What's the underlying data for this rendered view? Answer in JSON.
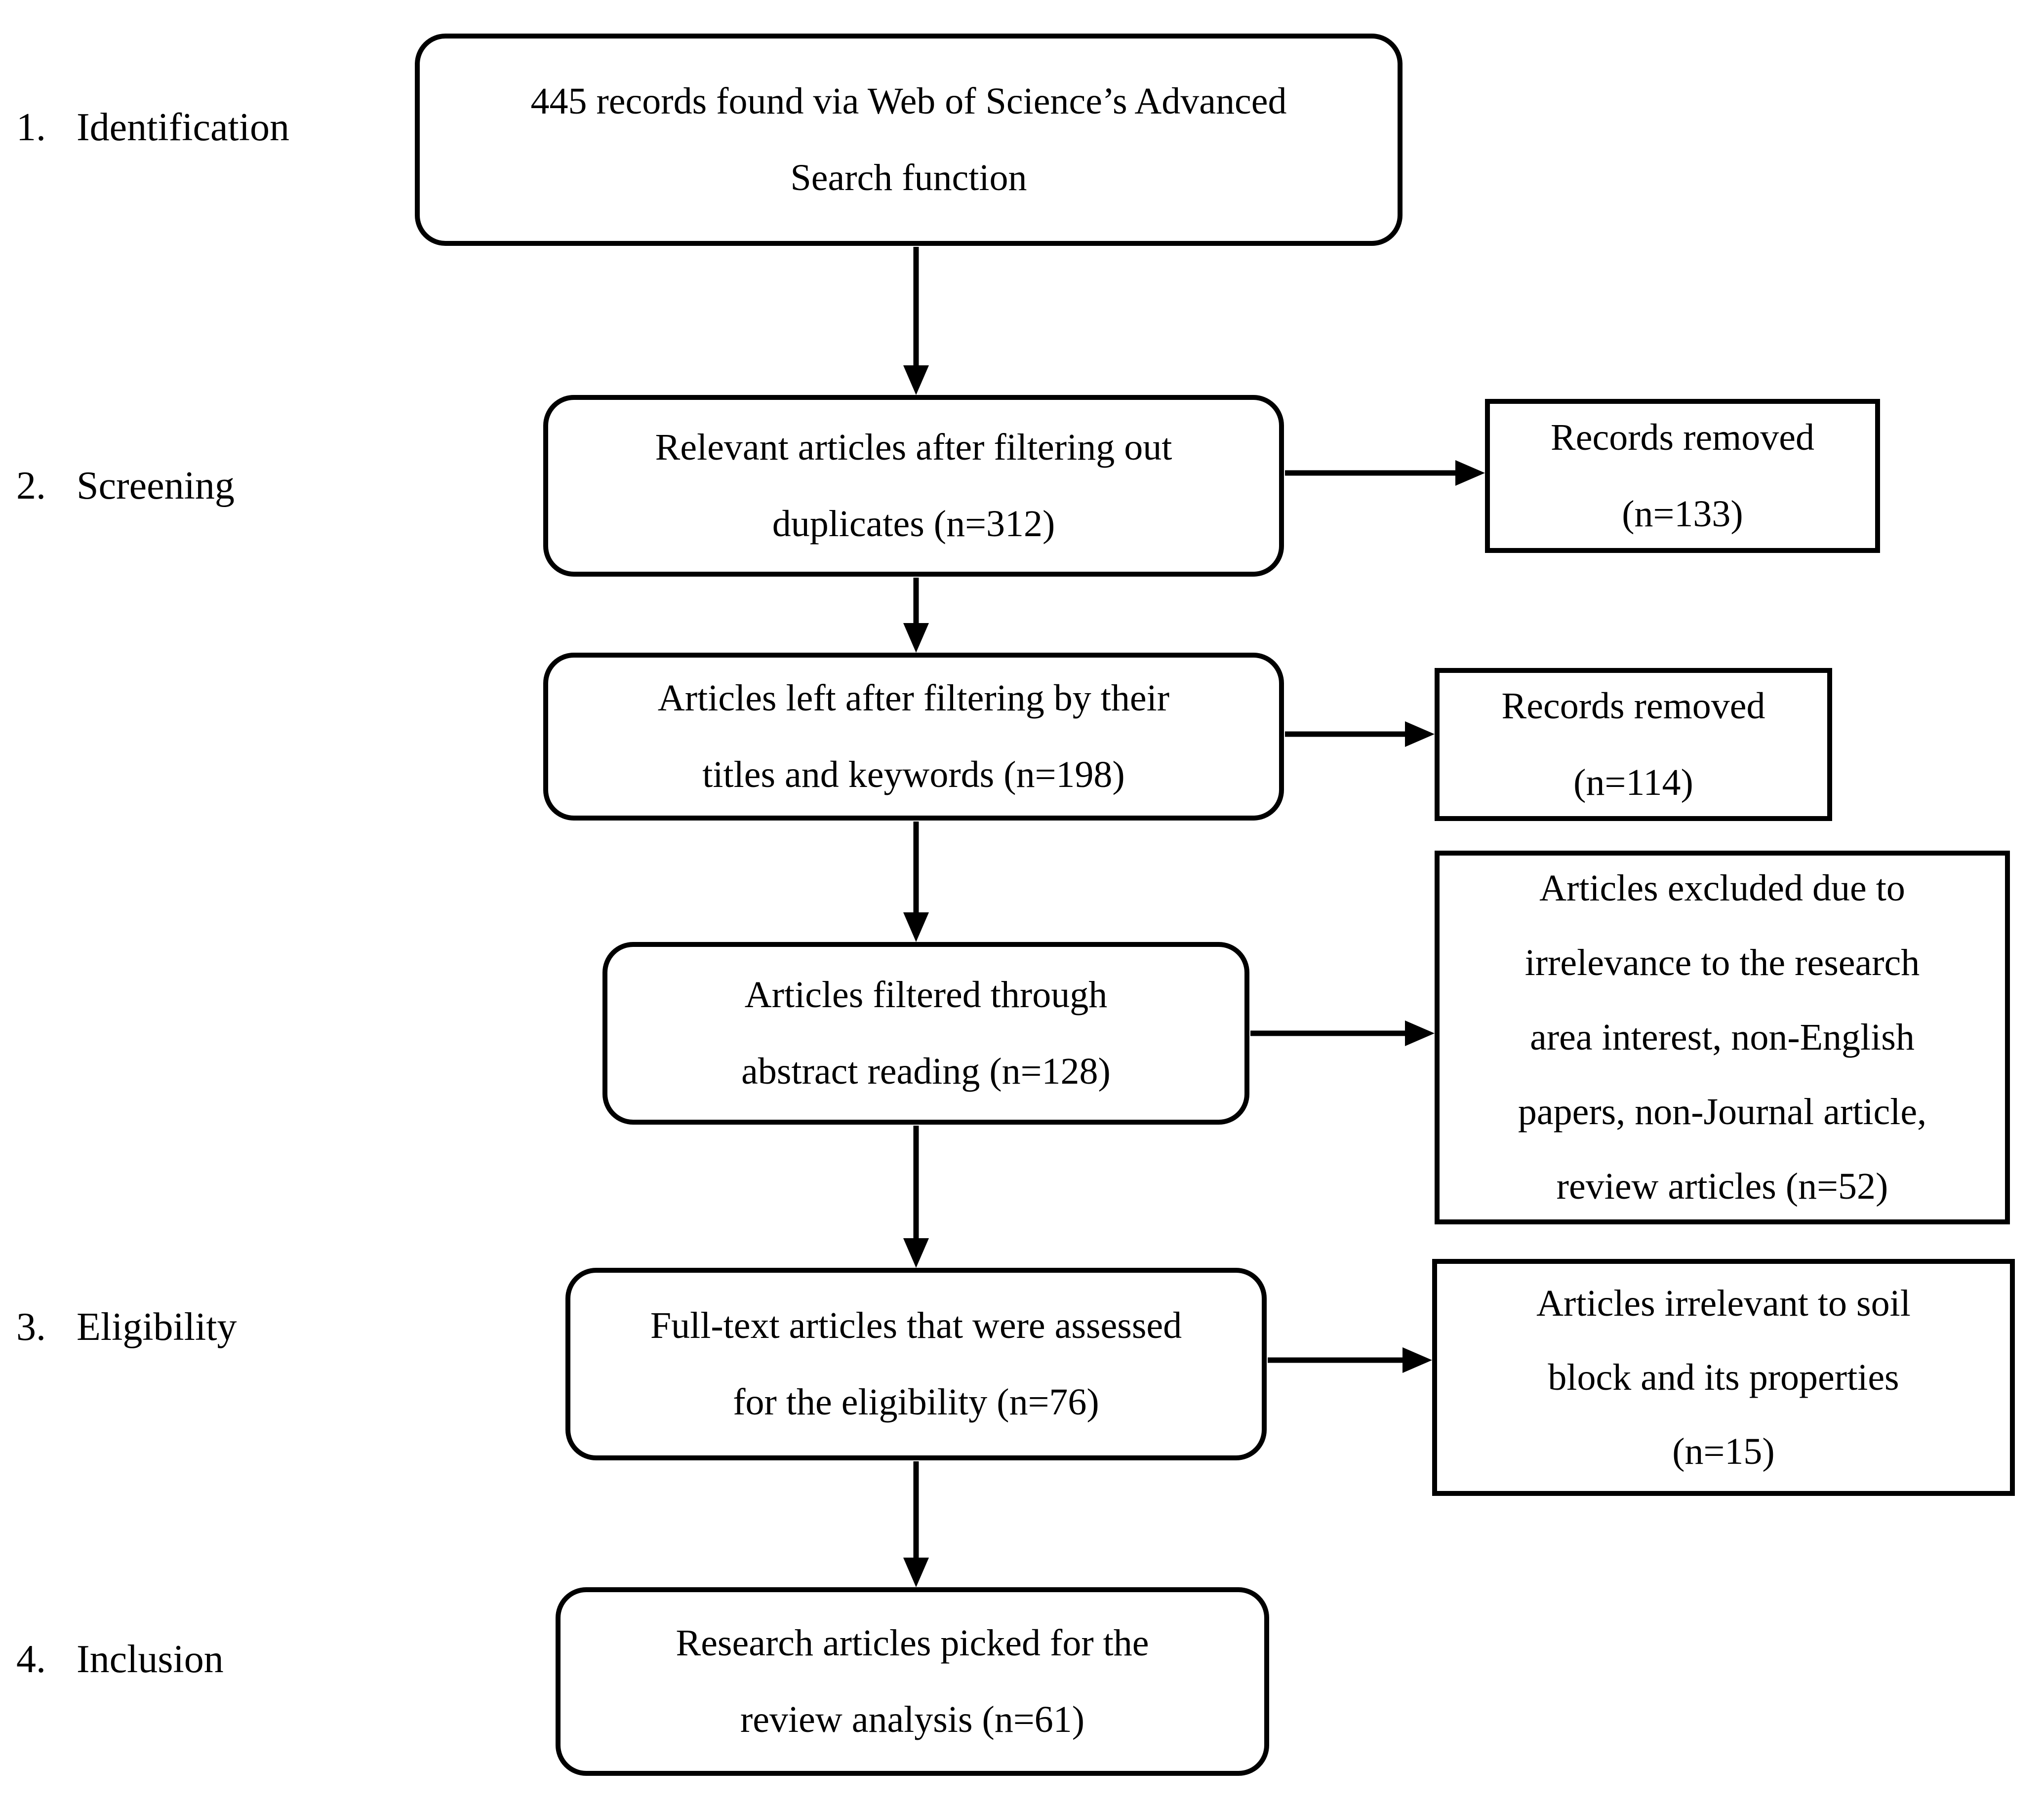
{
  "figure": {
    "type": "flowchart",
    "title_semantic": "Literature screening PRISMA-style flow diagram",
    "colors": {
      "ink": "#000000",
      "background": "#ffffff"
    },
    "stages": [
      {
        "number": "1.",
        "label": "Identification"
      },
      {
        "number": "2.",
        "label": "Screening"
      },
      {
        "number": "3.",
        "label": "Eligibility"
      },
      {
        "number": "4.",
        "label": "Inclusion"
      }
    ],
    "flow_boxes": [
      {
        "id": "identification-records",
        "n": 445,
        "lines": [
          "445 records found via Web of Science’s Advanced",
          "Search function"
        ]
      },
      {
        "id": "after-duplicate-filter",
        "n": 312,
        "lines": [
          "Relevant articles after filtering out",
          "duplicates (n=312)"
        ]
      },
      {
        "id": "title-keyword-filter",
        "n": 198,
        "lines": [
          "Articles left after filtering by their",
          "titles and keywords (n=198)"
        ]
      },
      {
        "id": "abstract-filter",
        "n": 128,
        "lines": [
          "Articles filtered through",
          "abstract reading (n=128)"
        ]
      },
      {
        "id": "fulltext-eligibility",
        "n": 76,
        "lines": [
          "Full-text articles that were assessed",
          "for the eligibility (n=76)"
        ]
      },
      {
        "id": "included-review",
        "n": 61,
        "lines": [
          "Research articles picked for the",
          "review analysis (n=61)"
        ]
      }
    ],
    "side_boxes": [
      {
        "id": "records-removed-133",
        "n": 133,
        "lines": [
          "Records removed",
          "(n=133)"
        ]
      },
      {
        "id": "records-removed-114",
        "n": 114,
        "lines": [
          "Records removed",
          "(n=114)"
        ]
      },
      {
        "id": "articles-excluded-52",
        "n": 52,
        "lines": [
          "Articles excluded due to",
          "irrelevance to the research",
          "area interest, non-English",
          "papers, non-Journal article,",
          "review articles (n=52)"
        ]
      },
      {
        "id": "articles-irrelevant-15",
        "n": 15,
        "lines": [
          "Articles irrelevant to soil",
          "block and its properties",
          "(n=15)"
        ]
      }
    ]
  }
}
